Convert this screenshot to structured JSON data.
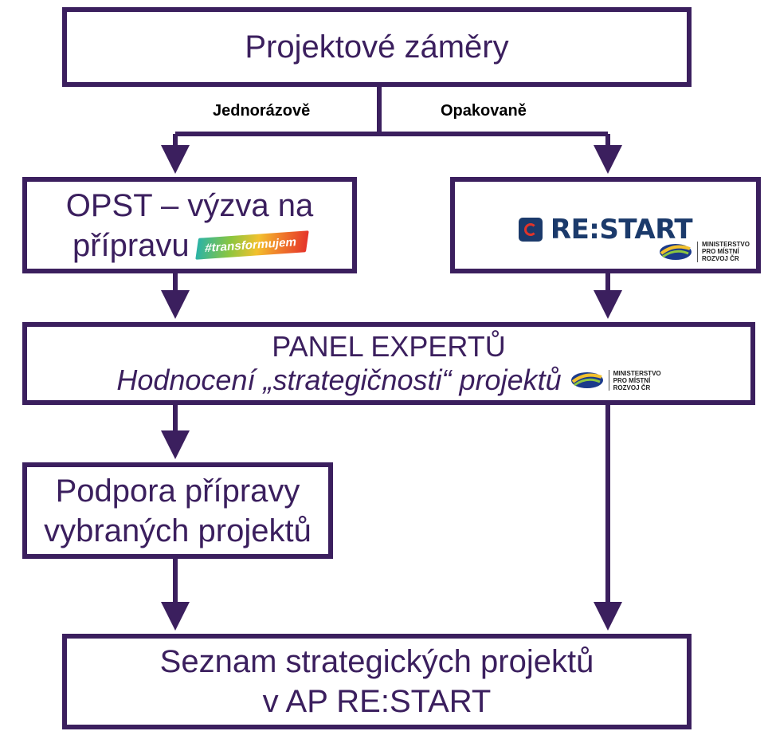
{
  "nodes": {
    "top": {
      "text": "Projektové záměry"
    },
    "opst": {
      "line1": "OPST – výzva na",
      "line2": "přípravu",
      "badge": "#transformujem"
    },
    "restart": {
      "logo_text": "RE:START"
    },
    "panel": {
      "line1": "PANEL EXPERTŮ",
      "line2": "Hodnocení „strategičnosti“ projektů"
    },
    "podpora": {
      "line1": "Podpora přípravy",
      "line2": "vybraných projektů"
    },
    "seznam": {
      "line1": "Seznam strategických projektů",
      "line2": "v AP RE:START"
    }
  },
  "edge_labels": {
    "left": "Jednorázově",
    "right": "Opakovaně"
  },
  "ministry_logo": {
    "line1": "MINISTERSTVO",
    "line2": "PRO MÍSTNÍ",
    "line3": "ROZVOJ ČR"
  },
  "colors": {
    "box_border": "#3b1f5e",
    "text": "#3b1f5e",
    "arrow": "#3b1f5e",
    "restart_blue": "#1b3a6b"
  }
}
